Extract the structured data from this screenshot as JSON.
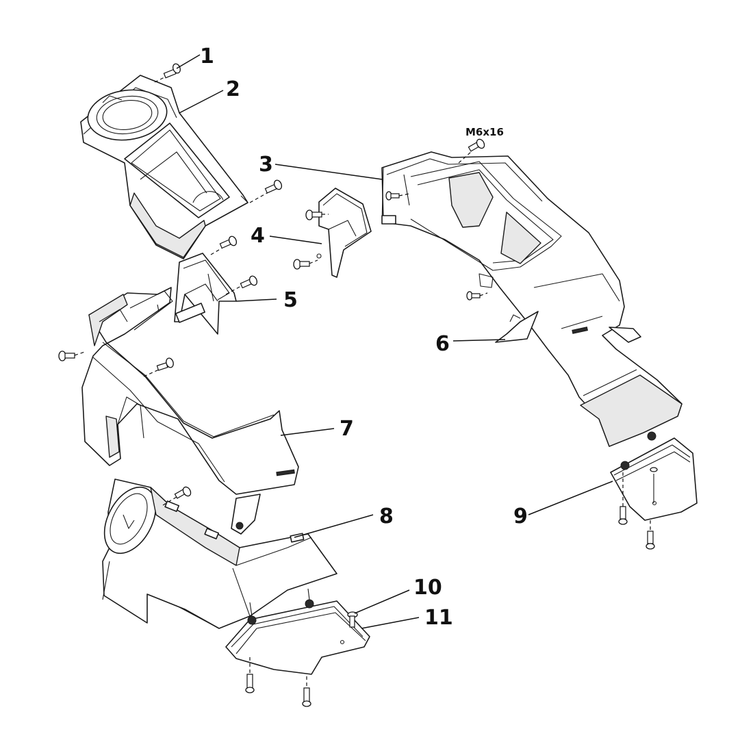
{
  "diagram": {
    "callouts": [
      {
        "id": "1",
        "label": "1"
      },
      {
        "id": "2",
        "label": "2"
      },
      {
        "id": "3",
        "label": "3"
      },
      {
        "id": "4",
        "label": "4"
      },
      {
        "id": "5",
        "label": "5"
      },
      {
        "id": "6",
        "label": "6"
      },
      {
        "id": "7",
        "label": "7"
      },
      {
        "id": "8",
        "label": "8"
      },
      {
        "id": "9",
        "label": "9"
      },
      {
        "id": "10",
        "label": "10"
      },
      {
        "id": "11",
        "label": "11"
      }
    ],
    "bolt_spec": "M6x16"
  }
}
